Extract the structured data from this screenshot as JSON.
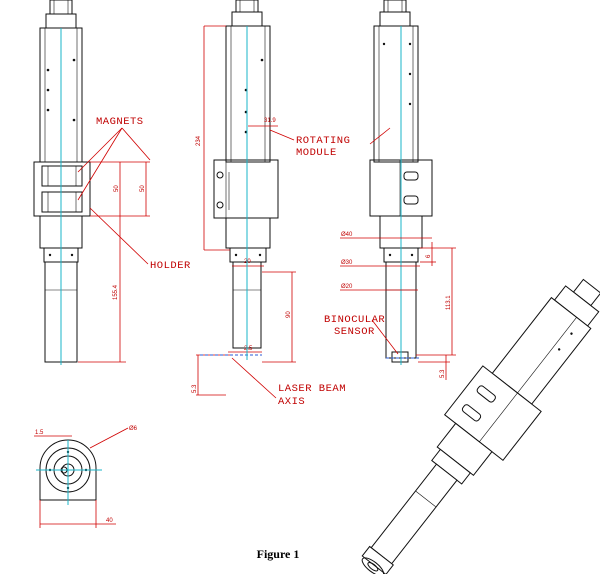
{
  "figure": {
    "caption": "Figure 1"
  },
  "labels": {
    "magnets": "MAGNETS",
    "holder": "HOLDER",
    "rotating_module_1": "ROTATING",
    "rotating_module_2": "MODULE",
    "binocular_sensor_1": "BINOCULAR",
    "binocular_sensor_2": "SENSOR",
    "laser_beam_axis_1": "LASER BEAM",
    "laser_beam_axis_2": "AXIS"
  },
  "dimensions": {
    "height_total": "234",
    "magnet_upper": "50",
    "magnet_right": "50",
    "lower_length": "155.4",
    "offset_top": "31.9",
    "width_20": "20",
    "lower_90": "90",
    "small_2_5": "2.5",
    "axis_5_3_left": "5.3",
    "dia_40": "Ø40",
    "dia_30": "Ø30",
    "dia_20": "Ø20",
    "right_6": "6",
    "right_113": "113.1",
    "axis_5_3_right": "5.3",
    "end_1_5": "1.5",
    "end_hole": "Ø6",
    "end_width": "40"
  },
  "colors": {
    "annotation": "#c00000",
    "centerline": "#19b6c9",
    "laser": "#2a5bd7",
    "outline": "#111111"
  }
}
